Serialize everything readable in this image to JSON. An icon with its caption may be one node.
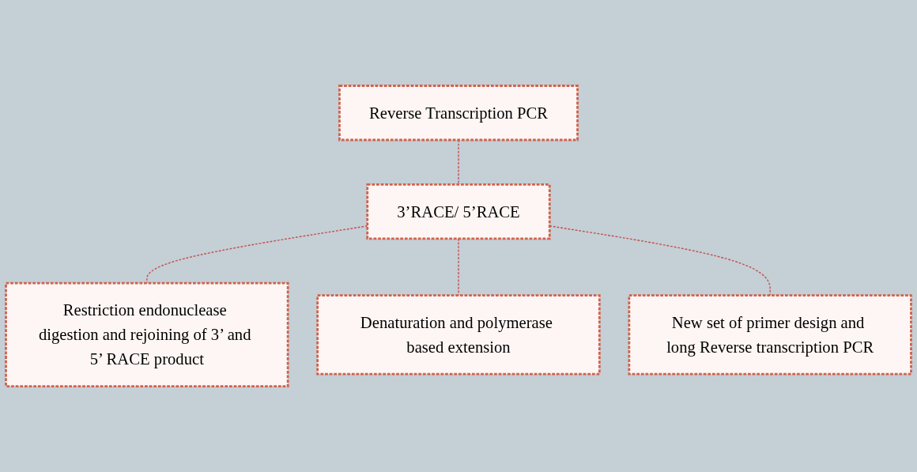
{
  "diagram": {
    "nodes": [
      {
        "text": [
          "Reverse Transcription PCR"
        ]
      },
      {
        "text": [
          "3’RACE/ 5’RACE"
        ]
      },
      {
        "text": [
          "Restriction endonuclease digestion and rejoining of 3’ and 5’ RACE product"
        ]
      },
      {
        "text": [
          "Denaturation and polymerase based extension"
        ]
      },
      {
        "text": [
          "New set of primer design and long Reverse transcription PCR"
        ]
      }
    ],
    "edges": [
      {
        "from": 0,
        "to": 1,
        "arrow": "none",
        "style": "dashed"
      },
      {
        "from": 1,
        "to": 2,
        "arrow": "none",
        "style": "dashed"
      },
      {
        "from": 1,
        "to": 3,
        "arrow": "none",
        "style": "dashed"
      },
      {
        "from": 1,
        "to": 4,
        "arrow": "none",
        "style": "dashed"
      }
    ]
  }
}
